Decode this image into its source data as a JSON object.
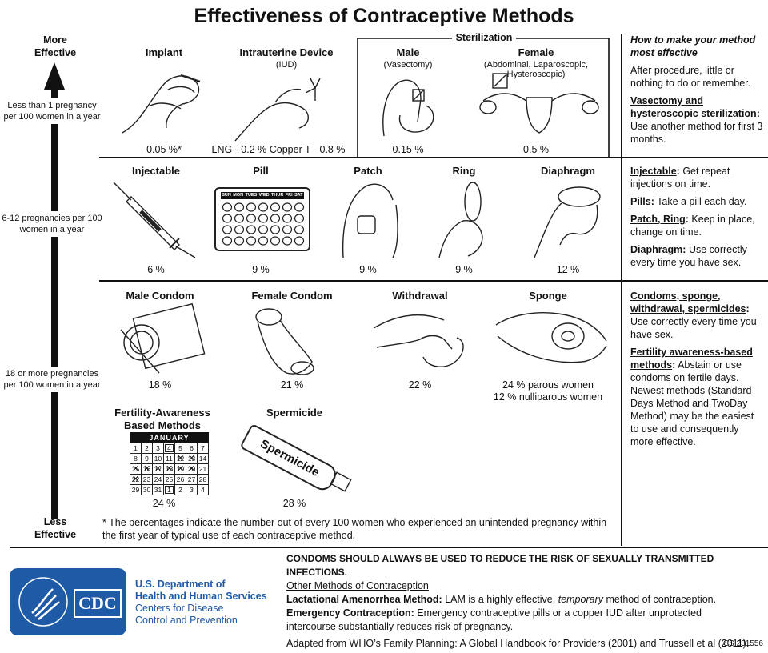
{
  "title": "Effectiveness of Contraceptive Methods",
  "scale": {
    "top": "More Effective",
    "bottom": "Less Effective",
    "rates": [
      "Less than 1 pregnancy per 100 women in a year",
      "6-12 pregnancies per 100 women in a year",
      "18 or more pregnancies per 100 women in a year"
    ]
  },
  "row1": {
    "implant": {
      "label": "Implant",
      "pct": "0.05 %*"
    },
    "iud": {
      "label": "Intrauterine Device",
      "sub": "(IUD)",
      "pct": "LNG - 0.2 %  Copper T - 0.8 %"
    },
    "sterilization": {
      "header": "Sterilization",
      "male": {
        "label": "Male",
        "sub": "(Vasectomy)",
        "pct": "0.15 %"
      },
      "female": {
        "label": "Female",
        "sub": "(Abdominal, Laparoscopic, Hysteroscopic)",
        "pct": "0.5 %"
      }
    }
  },
  "row2": [
    {
      "label": "Injectable",
      "pct": "6 %"
    },
    {
      "label": "Pill",
      "pct": "9 %"
    },
    {
      "label": "Patch",
      "pct": "9 %"
    },
    {
      "label": "Ring",
      "pct": "9 %"
    },
    {
      "label": "Diaphragm",
      "pct": "12 %"
    }
  ],
  "pill_days": [
    "SUN",
    "MON",
    "TUES",
    "WED",
    "THUR",
    "FRI",
    "SAT"
  ],
  "row3": [
    {
      "label": "Male Condom",
      "pct": "18 %"
    },
    {
      "label": "Female Condom",
      "pct": "21 %"
    },
    {
      "label": "Withdrawal",
      "pct": "22 %"
    },
    {
      "label": "Sponge",
      "pct": "24 % parous women",
      "pct2": "12 % nulliparous women"
    }
  ],
  "row4": [
    {
      "label": "Fertility-Awareness",
      "label2": "Based Methods",
      "pct": "24 %"
    },
    {
      "label": "Spermicide",
      "pct": "28 %",
      "tube": "Spermicide"
    }
  ],
  "calendar": {
    "month": "JANUARY",
    "rows": [
      [
        "1",
        "2",
        "3",
        "4",
        "5",
        "6",
        "7"
      ],
      [
        "8",
        "9",
        "10",
        "11",
        "12",
        "13",
        "14"
      ],
      [
        "15",
        "16",
        "17",
        "18",
        "19",
        "20",
        "21"
      ],
      [
        "22",
        "23",
        "24",
        "25",
        "26",
        "27",
        "28"
      ],
      [
        "29",
        "30",
        "31",
        "1",
        "2",
        "3",
        "4"
      ]
    ]
  },
  "footnote": "* The percentages indicate the number out of every 100 women who experienced an unintended pregnancy within the first year of typical use of each contraceptive method.",
  "side1": {
    "heading": "How to make your method most effective",
    "p1": "After procedure, little or nothing to do or remember.",
    "h2": "Vasectomy and hysteroscopic sterilization",
    "p2": "Use another method for first 3 months."
  },
  "side2": [
    {
      "h": "Injectable",
      "t": "Get repeat injections on time."
    },
    {
      "h": "Pills",
      "t": "Take a pill each day."
    },
    {
      "h": "Patch, Ring",
      "t": "Keep in place, change on time."
    },
    {
      "h": "Diaphragm",
      "t": "Use correctly every time you have sex."
    }
  ],
  "side3": [
    {
      "h": "Condoms, sponge, withdrawal, spermicides",
      "t": "Use correctly every time you have sex."
    },
    {
      "h": "Fertility awareness-based methods",
      "t": "Abstain or use condoms on fertile days. Newest methods (Standard Days Method and TwoDay Method) may be the easiest to use and consequently more effective."
    }
  ],
  "footer": {
    "warning": "CONDOMS SHOULD ALWAYS BE USED TO REDUCE THE RISK OF SEXUALLY TRANSMITTED INFECTIONS.",
    "other": "Other Methods of Contraception",
    "lam_h": "Lactational Amenorrhea Method",
    "lam_t1": "LAM is a highly effective,",
    "lam_em": "temporary",
    "lam_t2": "method of contraception.",
    "ec_h": "Emergency Contraception",
    "ec_t": "Emergency contraceptive pills or a copper IUD after unprotected intercourse substantially reduces risk of pregnancy.",
    "adapted": "Adapted from WHO’s Family Planning: A Global Handbook for Providers (2001) and Trussell et al (2011).",
    "code": "CS 231556"
  },
  "agency": {
    "line1": "U.S. Department of",
    "line2": "Health and Human Services",
    "line3": "Centers for Disease",
    "line4": "Control and Prevention",
    "cdc": "CDC"
  },
  "colors": {
    "brand": "#1f5aa6",
    "ink": "#111111"
  }
}
